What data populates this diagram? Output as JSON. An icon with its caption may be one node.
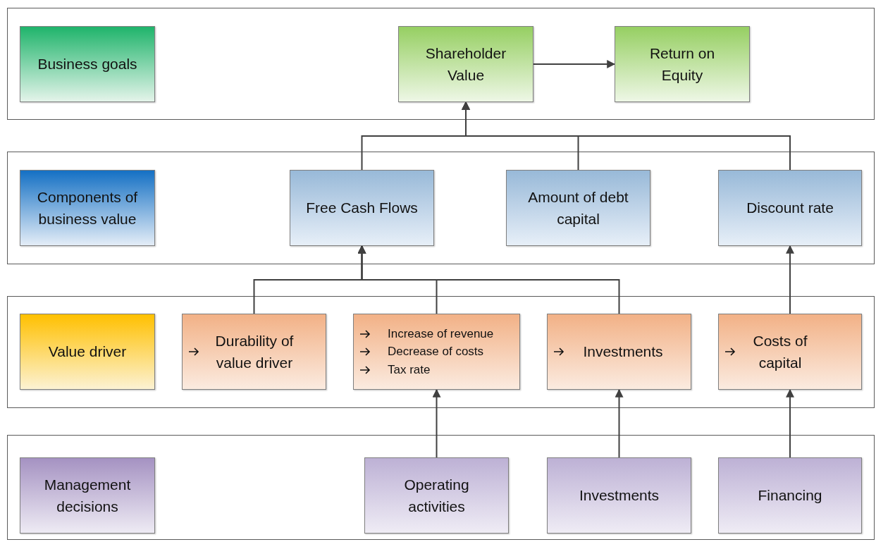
{
  "diagram": {
    "nodes": [
      {
        "text": [],
        "shape": "box"
      },
      {
        "text": [
          "Business goals"
        ],
        "in": 0
      },
      {
        "text": [
          "Shareholder Value"
        ],
        "in": 0
      },
      {
        "text": [
          "Return on Equity"
        ],
        "in": 0
      },
      {
        "text": [],
        "shape": "box"
      },
      {
        "text": [
          "Components of business value"
        ],
        "in": 4
      },
      {
        "text": [
          "Free Cash Flows"
        ],
        "in": 4
      },
      {
        "text": [
          "Amount of debt capital"
        ],
        "in": 4
      },
      {
        "text": [
          "Discount rate"
        ],
        "in": 4
      },
      {
        "text": [],
        "shape": "box"
      },
      {
        "text": [
          "Value driver"
        ],
        "in": 9
      },
      {
        "text": [
          "Durability of value driver"
        ],
        "in": 9
      },
      {
        "text": [
          "Increase of revenue",
          "Decrease of costs",
          "Tax rate"
        ],
        "in": 9
      },
      {
        "text": [
          "Investments"
        ],
        "in": 9
      },
      {
        "text": [
          "Costs of capital"
        ],
        "in": 9
      },
      {
        "text": [],
        "shape": "box"
      },
      {
        "text": [
          "Management decisions"
        ],
        "in": 15
      },
      {
        "text": [
          "Operating activities"
        ],
        "in": 15
      },
      {
        "text": [
          "Investments"
        ],
        "in": 15
      },
      {
        "text": [
          "Financing"
        ],
        "in": 15
      }
    ],
    "edges": [
      {
        "from": 2,
        "to": 3,
        "arrow": "to"
      },
      {
        "from": 6,
        "to": 2,
        "arrow": "to"
      },
      {
        "from": 7,
        "to": 2,
        "arrow": "to"
      },
      {
        "from": 8,
        "to": 2,
        "arrow": "to"
      },
      {
        "from": 11,
        "to": 6,
        "arrow": "to"
      },
      {
        "from": 12,
        "to": 6,
        "arrow": "to"
      },
      {
        "from": 13,
        "to": 6,
        "arrow": "to"
      },
      {
        "from": 14,
        "to": 8,
        "arrow": "to"
      },
      {
        "from": 17,
        "to": 12,
        "arrow": "to"
      },
      {
        "from": 18,
        "to": 13,
        "arrow": "to"
      },
      {
        "from": 19,
        "to": 14,
        "arrow": "to"
      }
    ]
  }
}
